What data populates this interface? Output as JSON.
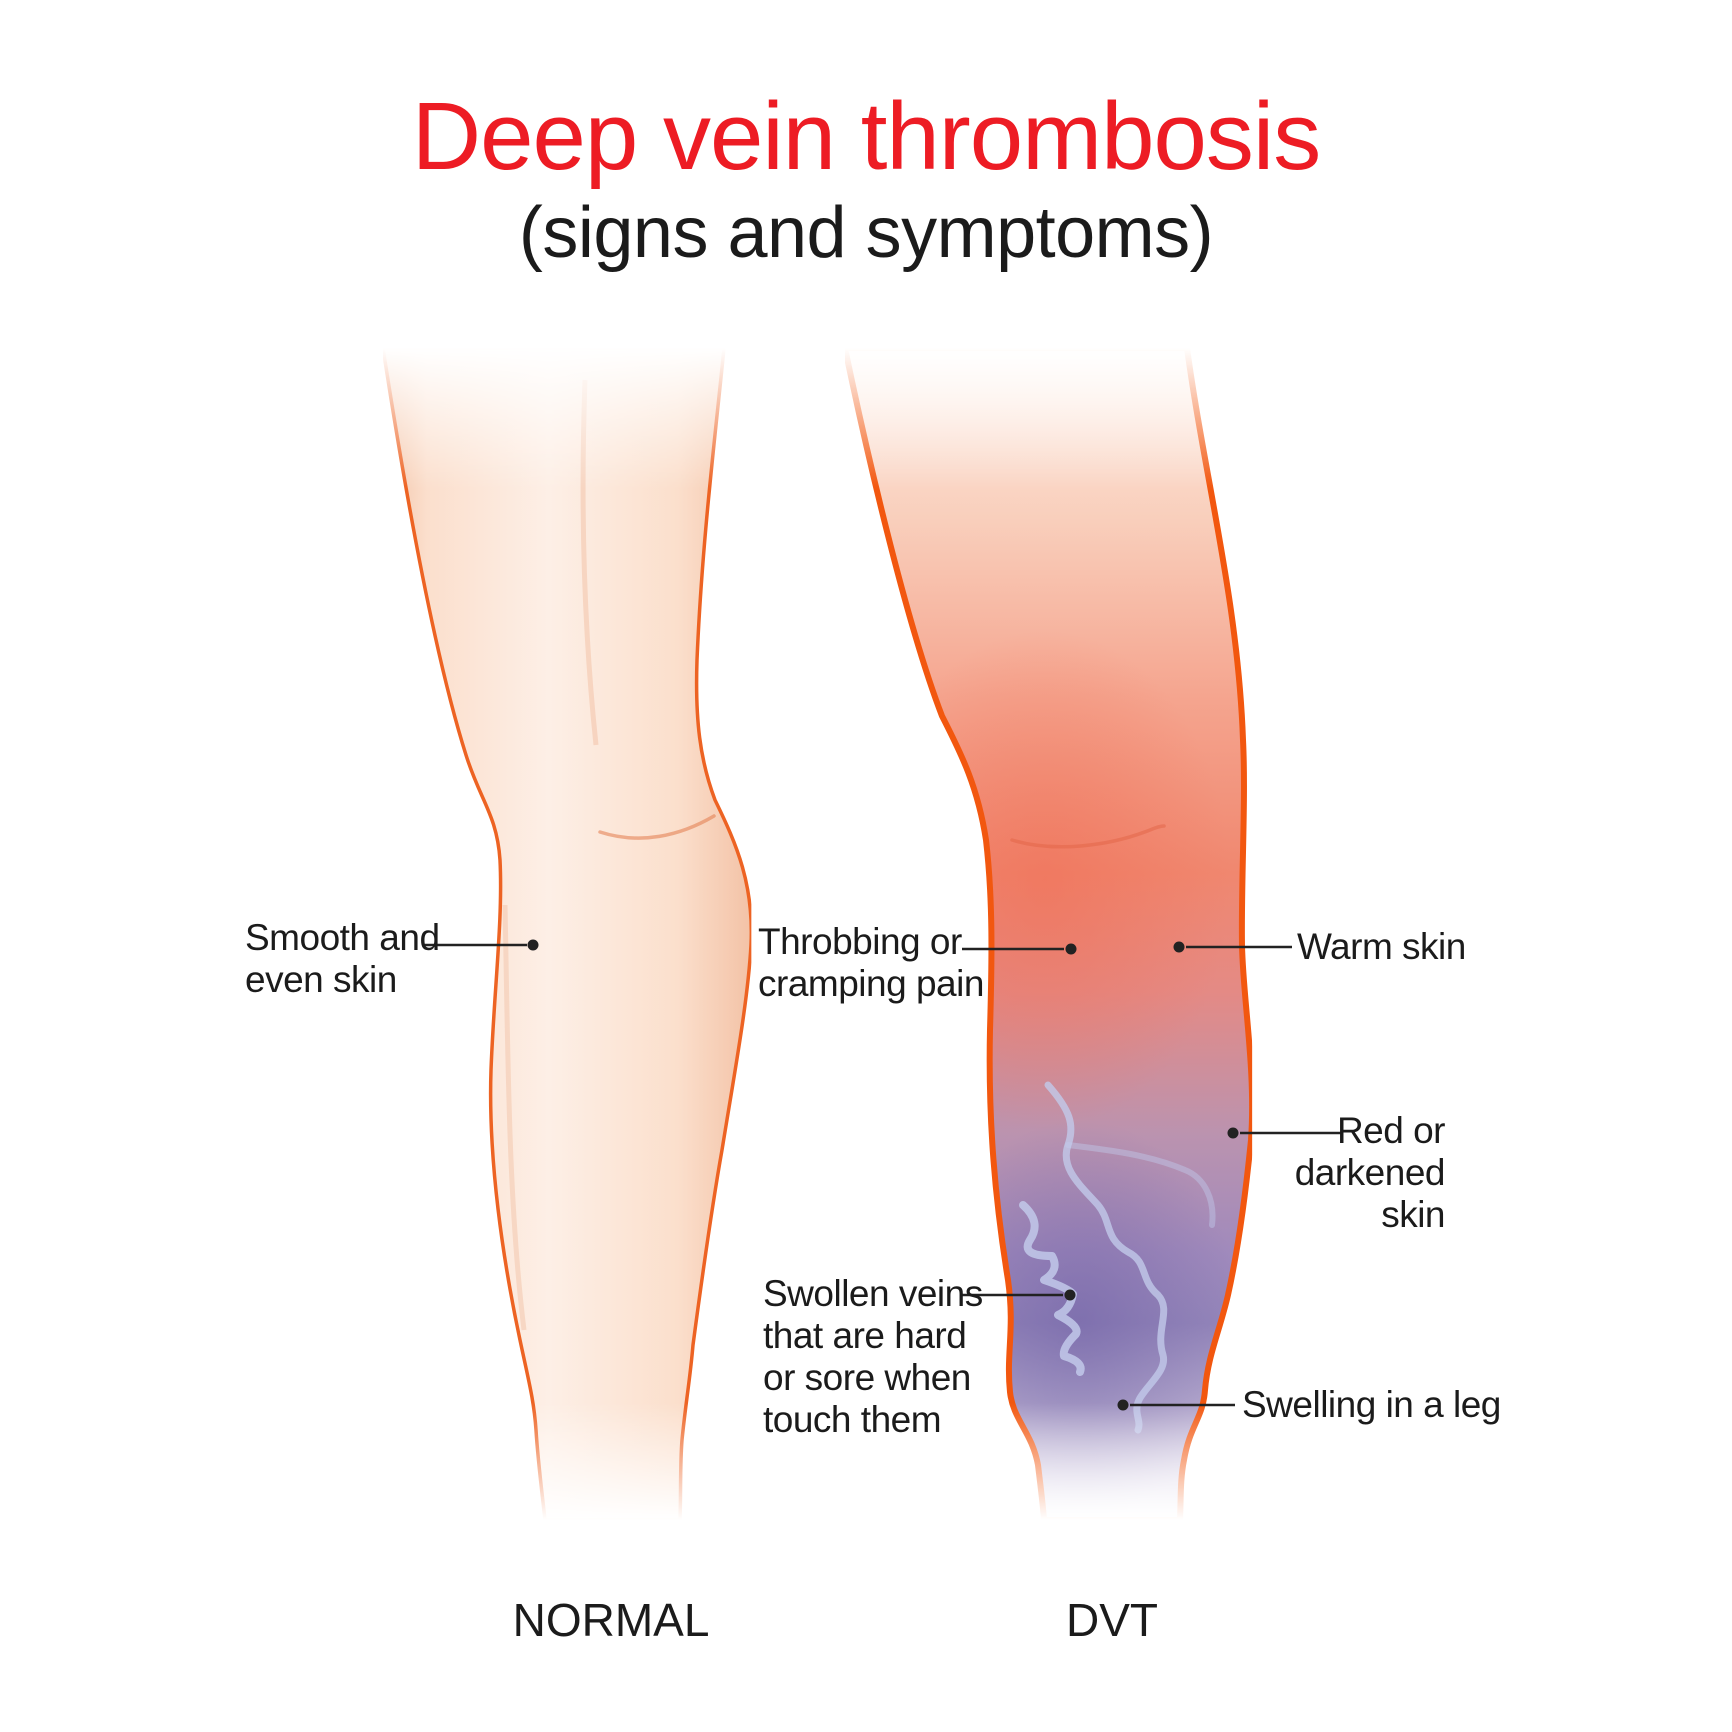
{
  "title": "Deep vein thrombosis",
  "subtitle": "(signs and symptoms)",
  "legs": {
    "normal_caption": "NORMAL",
    "dvt_caption": "DVT"
  },
  "annotations": {
    "normal": [
      {
        "id": "smooth-even-skin",
        "lines": [
          "Smooth and",
          "even skin"
        ]
      }
    ],
    "dvt": [
      {
        "id": "throbbing-cramping-pain",
        "lines": [
          "Throbbing or",
          "cramping pain"
        ]
      },
      {
        "id": "warm-skin",
        "lines": [
          "Warm skin"
        ]
      },
      {
        "id": "red-darkened-skin",
        "lines": [
          "Red or",
          "darkened",
          "skin"
        ]
      },
      {
        "id": "swollen-veins",
        "lines": [
          "Swollen veins",
          "that are hard",
          "or sore when",
          "touch them"
        ]
      },
      {
        "id": "swelling-in-leg",
        "lines": [
          "Swelling in a leg"
        ]
      }
    ]
  },
  "colors": {
    "title_red": "#ed1c24",
    "label_black": "#1b1b1b",
    "normal_outline_orange": "#ed6323",
    "dvt_outline_orange": "#f2570f",
    "normal_skin_peach": "#fdeee3",
    "inflamed_red": "#f0876f",
    "swelling_purple": "#9486ba",
    "vein_light_blue": "#c2c9ea"
  }
}
